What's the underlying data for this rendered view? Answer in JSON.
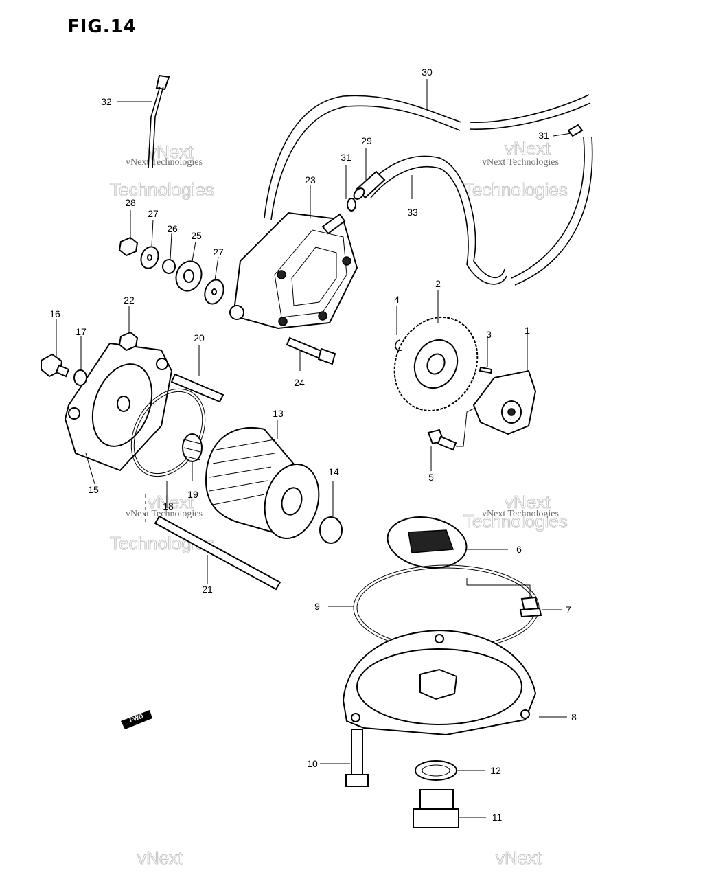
{
  "figure": {
    "title": "FIG.14"
  },
  "watermark": {
    "company_line": "vNext Technologies",
    "brand_top": "vNext",
    "brand_bottom": "Technologies"
  },
  "badge": {
    "text": "FWD"
  },
  "callouts": [
    "1",
    "2",
    "3",
    "4",
    "5",
    "6",
    "7",
    "8",
    "9",
    "10",
    "11",
    "12",
    "13",
    "14",
    "15",
    "16",
    "17",
    "18",
    "19",
    "20",
    "21",
    "22",
    "23",
    "24",
    "25",
    "26",
    "27",
    "27",
    "28",
    "29",
    "30",
    "31",
    "31",
    "32",
    "33"
  ]
}
